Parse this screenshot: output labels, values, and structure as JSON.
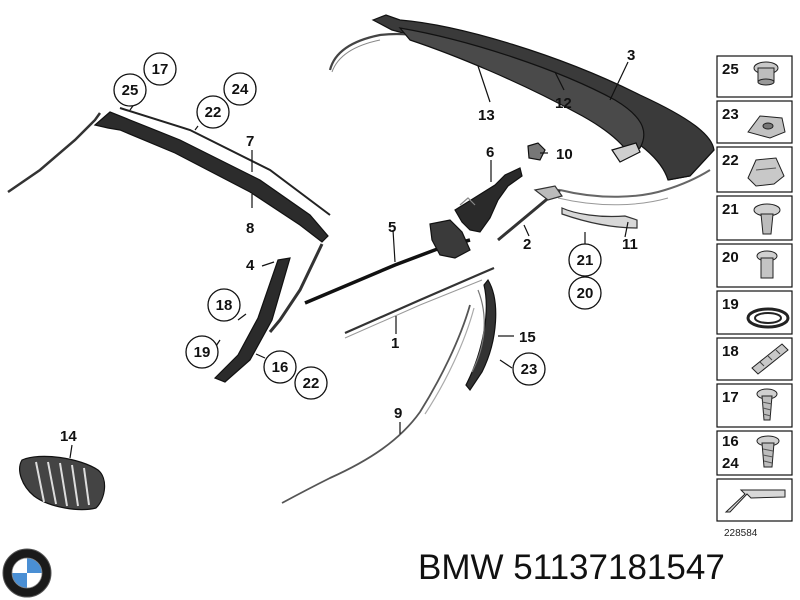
{
  "callouts": {
    "c1": "1",
    "c2": "2",
    "c3": "3",
    "c4": "4",
    "c5": "5",
    "c6": "6",
    "c7": "7",
    "c8": "8",
    "c9": "9",
    "c10": "10",
    "c11": "11",
    "c12": "12",
    "c13": "13",
    "c14": "14",
    "c15": "15",
    "circ17": "17",
    "circ24": "24",
    "circ25": "25",
    "circ22a": "22",
    "circ18": "18",
    "circ19": "19",
    "circ16": "16",
    "circ22b": "22",
    "circ21": "21",
    "circ20": "20",
    "circ23": "23"
  },
  "side_panel": {
    "items": [
      {
        "label": "25",
        "icon": "push-nut-icon"
      },
      {
        "label": "23",
        "icon": "clip-nut-icon"
      },
      {
        "label": "22",
        "icon": "clip-icon"
      },
      {
        "label": "21",
        "icon": "expanding-rivet-icon"
      },
      {
        "label": "20",
        "icon": "rivet-icon"
      },
      {
        "label": "19",
        "icon": "foam-tape-icon"
      },
      {
        "label": "18",
        "icon": "clip-strip-icon"
      },
      {
        "label": "17",
        "icon": "screw-icon"
      },
      {
        "label": "16",
        "label2": "24",
        "icon": "screw-clip-icon"
      }
    ],
    "arrow_icon": "direction-arrow-icon"
  },
  "diagram_code": "228584",
  "footer": {
    "logo_icon": "bmw-logo-icon",
    "brand": "BMW",
    "part_number": "51137181547",
    "text": "BMW 51137181547"
  }
}
